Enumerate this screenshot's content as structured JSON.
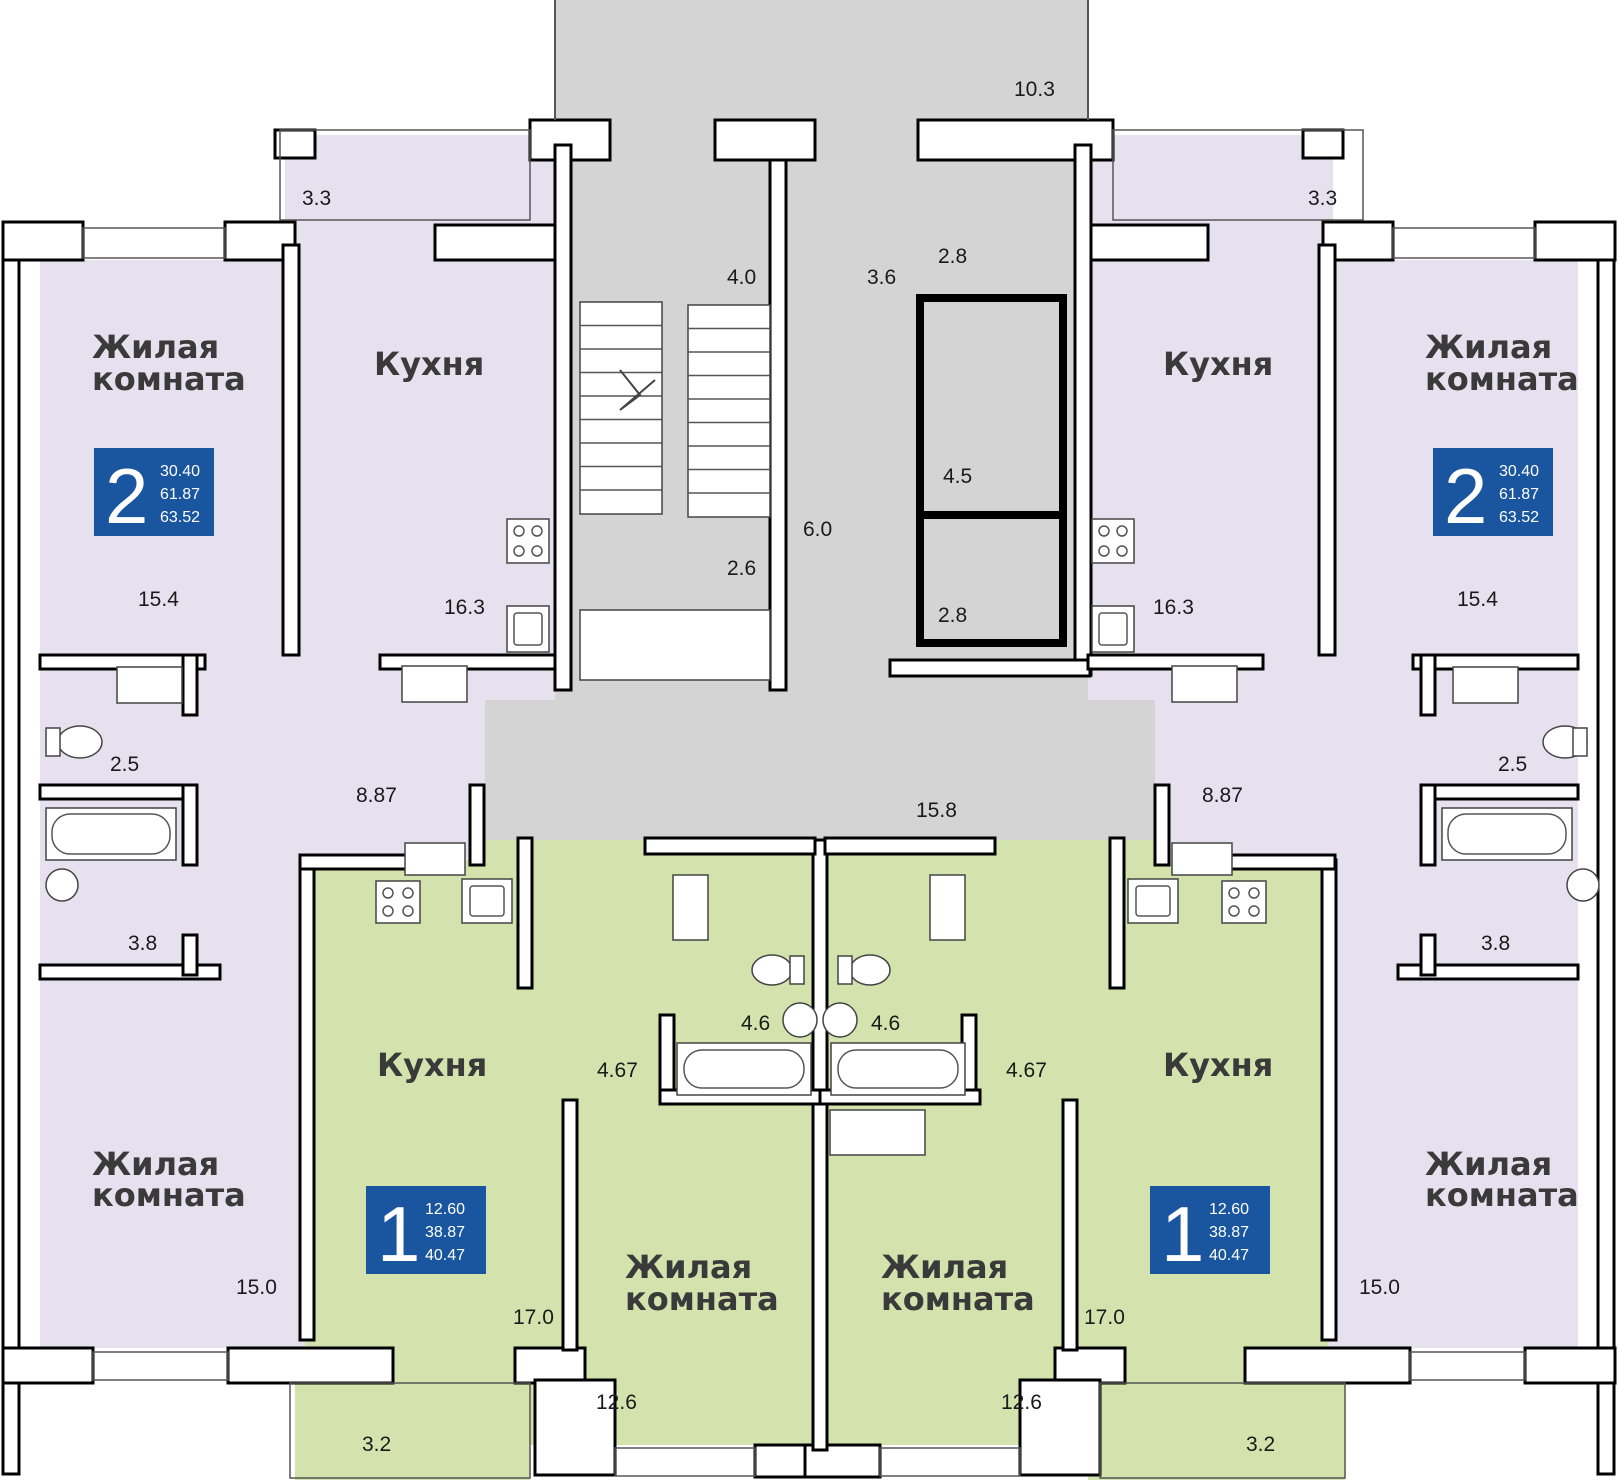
{
  "colors": {
    "apartment_2room": "#e6e0ef",
    "apartment_1room": "#d4e3ad",
    "common_area": "#d4d4d4",
    "badge": "#1a56a0",
    "wall": "#000000"
  },
  "apartments": [
    {
      "id": "left-2room",
      "rooms_count": "2",
      "badge_values": [
        "30.40",
        "61.87",
        "63.52"
      ],
      "labels": {
        "living_top": [
          "Жилая",
          "комната"
        ],
        "kitchen": "Кухня",
        "living_bottom": [
          "Жилая",
          "комната"
        ]
      },
      "areas": {
        "balcony": "3.3",
        "living_top": "15.4",
        "kitchen": "16.3",
        "wc": "2.5",
        "hall": "8.87",
        "bath": "3.8",
        "living_bottom": "15.0"
      }
    },
    {
      "id": "right-2room",
      "rooms_count": "2",
      "badge_values": [
        "30.40",
        "61.87",
        "63.52"
      ],
      "labels": {
        "living_top": [
          "Жилая",
          "комната"
        ],
        "kitchen": "Кухня",
        "living_bottom": [
          "Жилая",
          "комната"
        ]
      },
      "areas": {
        "balcony": "3.3",
        "living_top": "15.4",
        "kitchen": "16.3",
        "wc": "2.5",
        "hall": "8.87",
        "bath": "3.8",
        "living_bottom": "15.0"
      }
    },
    {
      "id": "left-1room",
      "rooms_count": "1",
      "badge_values": [
        "12.60",
        "38.87",
        "40.47"
      ],
      "labels": {
        "kitchen": "Кухня",
        "living": [
          "Жилая",
          "комната"
        ]
      },
      "areas": {
        "bath": "4.6",
        "hall": "4.67",
        "kitchen": "17.0",
        "living": "12.6",
        "balcony": "3.2"
      }
    },
    {
      "id": "right-1room",
      "rooms_count": "1",
      "badge_values": [
        "12.60",
        "38.87",
        "40.47"
      ],
      "labels": {
        "kitchen": "Кухня",
        "living": [
          "Жилая",
          "комната"
        ]
      },
      "areas": {
        "bath": "4.6",
        "hall": "4.67",
        "kitchen": "17.0",
        "living": "12.6",
        "balcony": "3.2"
      }
    }
  ],
  "common": {
    "top_area": "10.3",
    "stair_landing": "4.0",
    "stair_lower": "2.6",
    "lift_lobby": "6.0",
    "corridor_upper": "3.6",
    "shaft_top": "2.8",
    "shaft_mid": "4.5",
    "shaft_bottom": "2.8",
    "corridor": "15.8"
  }
}
